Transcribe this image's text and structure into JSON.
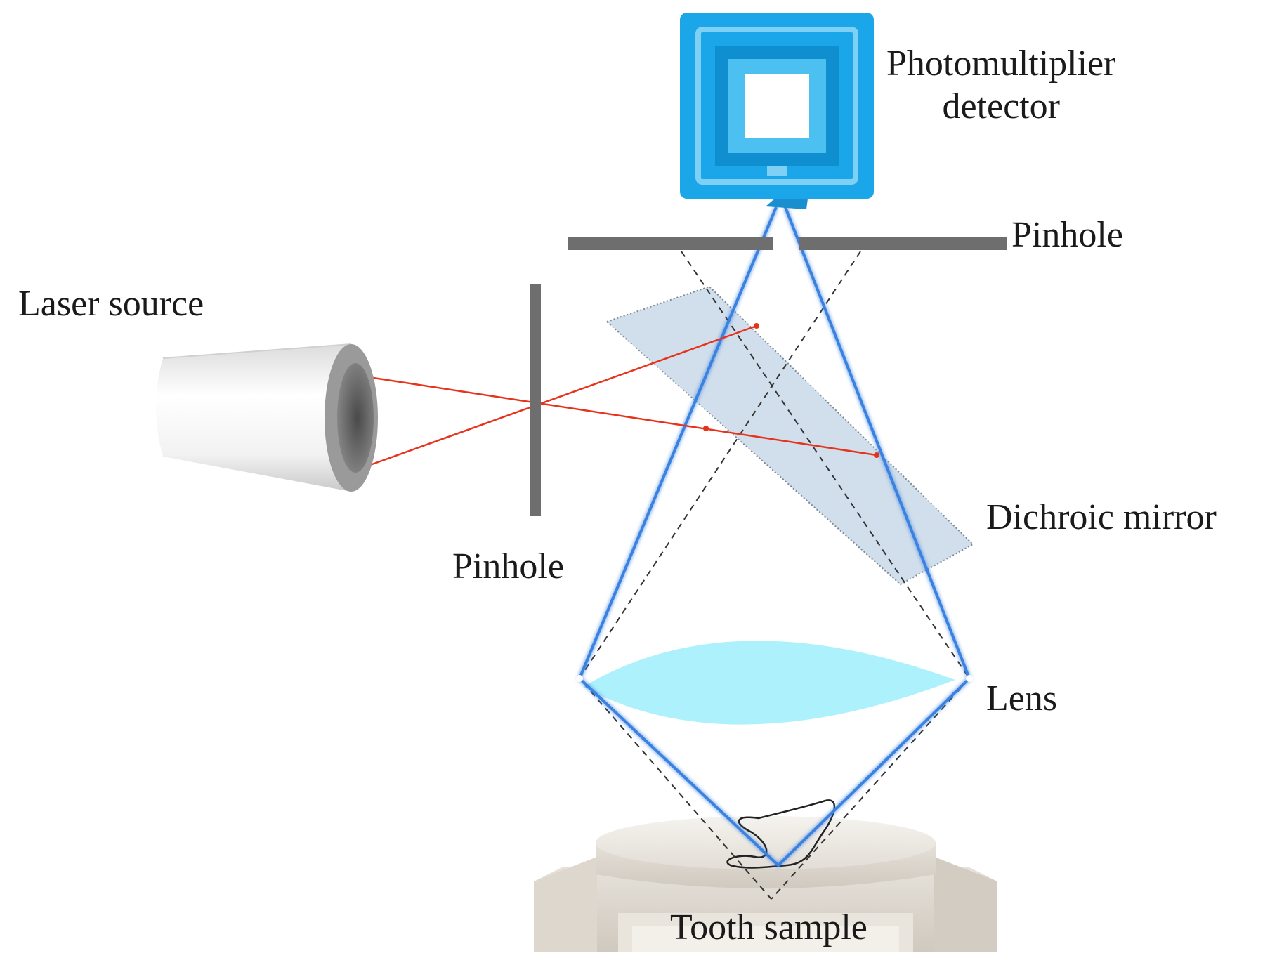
{
  "labels": {
    "detector": [
      "Photomultiplier",
      "detector"
    ],
    "pinhole_top": "Pinhole",
    "laser_source": "Laser source",
    "pinhole_left": "Pinhole",
    "dichroic_mirror": "Dichroic mirror",
    "lens": "Lens",
    "tooth_sample": "Tooth sample"
  },
  "colors": {
    "detector": "#1aa6e8",
    "pinhole_bar": "#6e6e6e",
    "laser_beam": "#e8331c",
    "fluorescence_beam": "#3b82e0",
    "dichroic_mirror": "#c9d8e8",
    "lens": "#a8f0fb",
    "stage": "#ece8e2"
  }
}
